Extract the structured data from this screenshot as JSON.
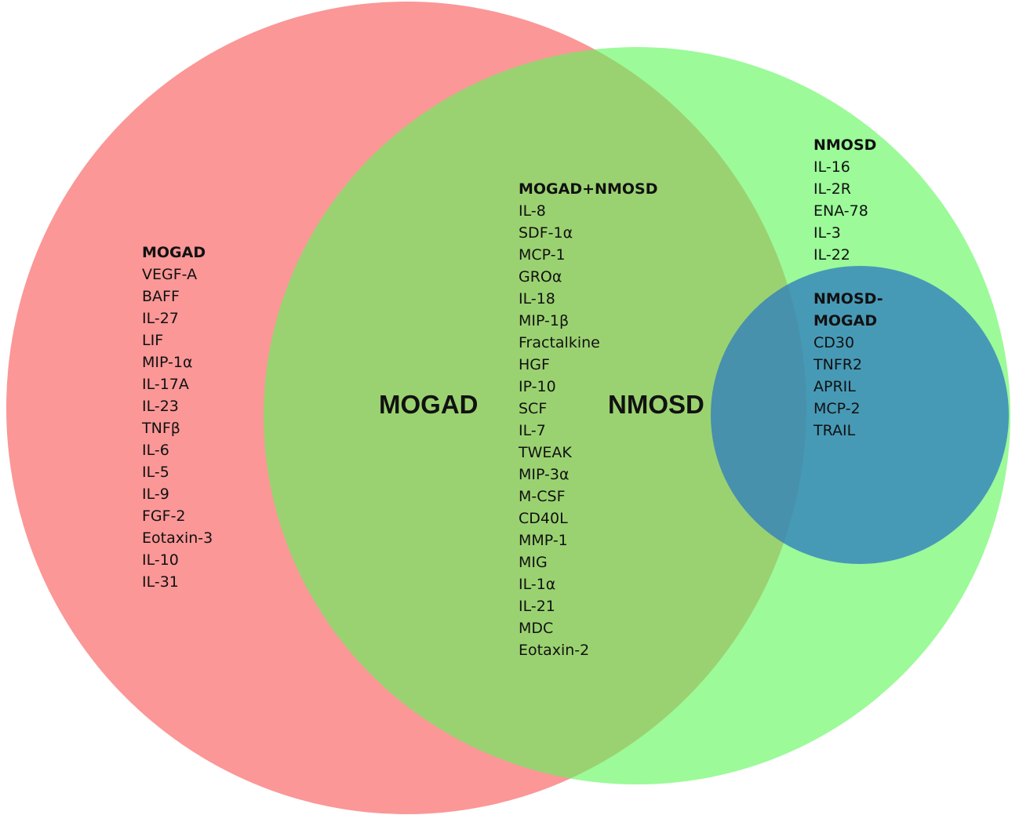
{
  "circles": [
    {
      "id": "mogad",
      "color": "#fa6f6f"
    },
    {
      "id": "nmosd",
      "color": "#5ff75a"
    },
    {
      "id": "nmosd-mogad",
      "color": "#2f7fbe"
    }
  ],
  "center_labels": {
    "left": "MOGAD",
    "right": "NMOSD"
  },
  "mogad": {
    "header": "MOGAD",
    "items": [
      "VEGF-A",
      "BAFF",
      "IL-27",
      "LIF",
      "MIP-1α",
      "IL-17A",
      "IL-23",
      "TNFβ",
      "IL-6",
      "IL-5",
      "IL-9",
      "FGF-2",
      "Eotaxin-3",
      "IL-10",
      "IL-31"
    ]
  },
  "overlap": {
    "header": "MOGAD+NMOSD",
    "items": [
      "IL-8",
      "SDF-1α",
      "MCP-1",
      "GROα",
      "IL-18",
      "MIP-1β",
      "Fractalkine",
      "HGF",
      "IP-10",
      "SCF",
      "IL-7",
      "TWEAK",
      "MIP-3α",
      "M-CSF",
      "CD40L",
      "MMP-1",
      "MIG",
      "IL-1α",
      "IL-21",
      "MDC",
      "Eotaxin-2"
    ]
  },
  "nmosd": {
    "header": "NMOSD",
    "items": [
      "IL-16",
      "IL-2R",
      "ENA-78",
      "IL-3",
      "IL-22"
    ]
  },
  "nmosd_mogad": {
    "header_lines": [
      "NMOSD-",
      "MOGAD"
    ],
    "items": [
      "CD30",
      "TNFR2",
      "APRIL",
      "MCP-2",
      "TRAIL"
    ]
  }
}
